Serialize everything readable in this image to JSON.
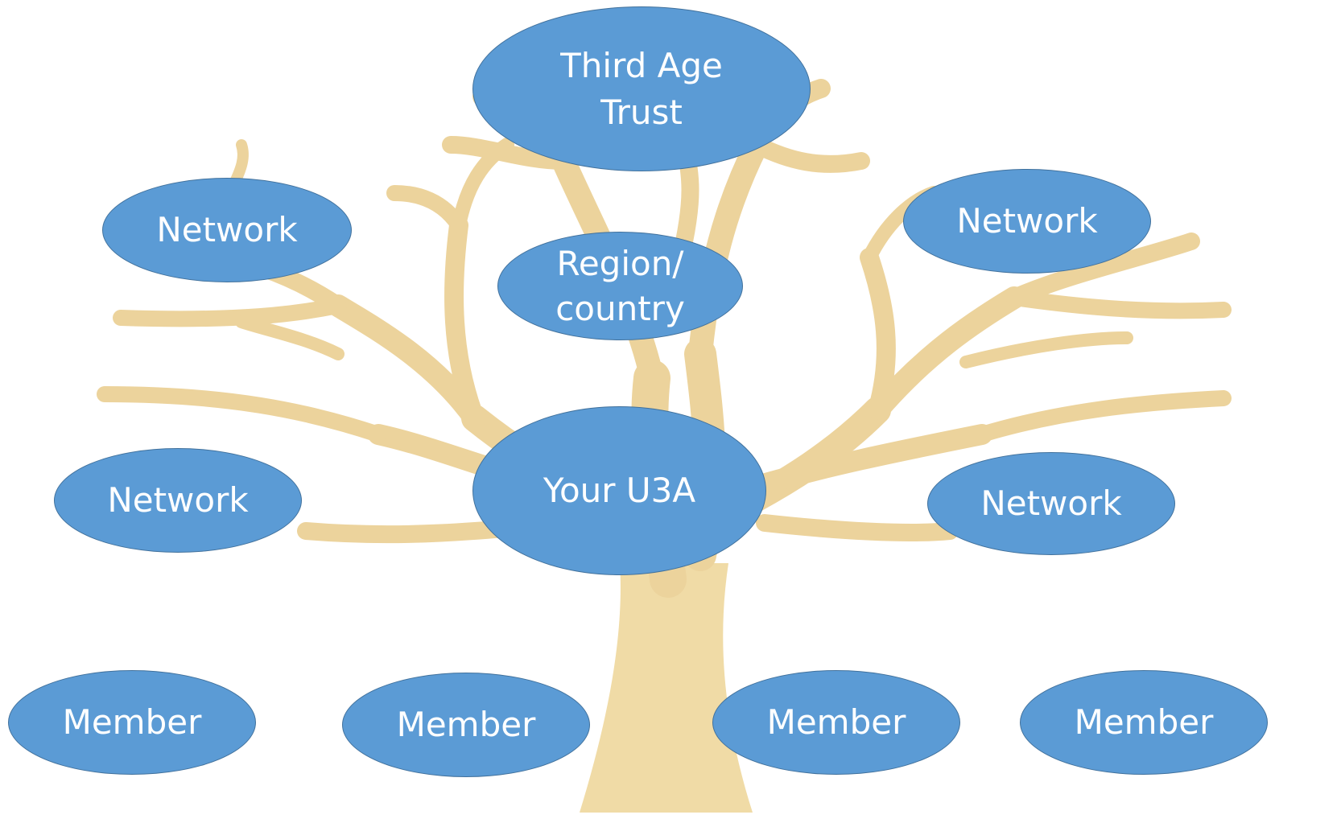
{
  "diagram": {
    "trust": "Third Age\nTrust",
    "region": "Region/\ncountry",
    "your_u3a": "Your U3A",
    "networks": [
      "Network",
      "Network",
      "Network",
      "Network"
    ],
    "members": [
      "Member",
      "Member",
      "Member",
      "Member"
    ]
  },
  "colors": {
    "node_fill": "#5b9bd5",
    "node_border": "#41719c",
    "node_text": "#ffffff",
    "tree": "#ecd39c"
  }
}
